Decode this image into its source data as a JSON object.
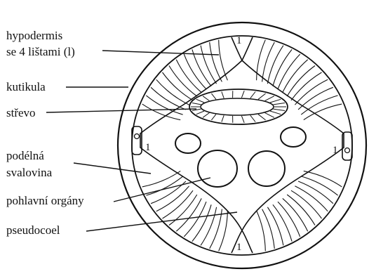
{
  "labels": {
    "hypodermis_line1": "hypodermis",
    "hypodermis_line2": "se 4 lištami (l)",
    "kutikula": "kutikula",
    "strevo": "střevo",
    "svalovina_line1": "podélná",
    "svalovina_line2": "svalovina",
    "pohlavni": "pohlavní orgány",
    "pseudocoel": "pseudocoel"
  },
  "ridge_marks": {
    "top": "1",
    "bottom": "1",
    "left": "1",
    "right": "1"
  },
  "colors": {
    "ink": "#111111",
    "background": "#ffffff"
  }
}
